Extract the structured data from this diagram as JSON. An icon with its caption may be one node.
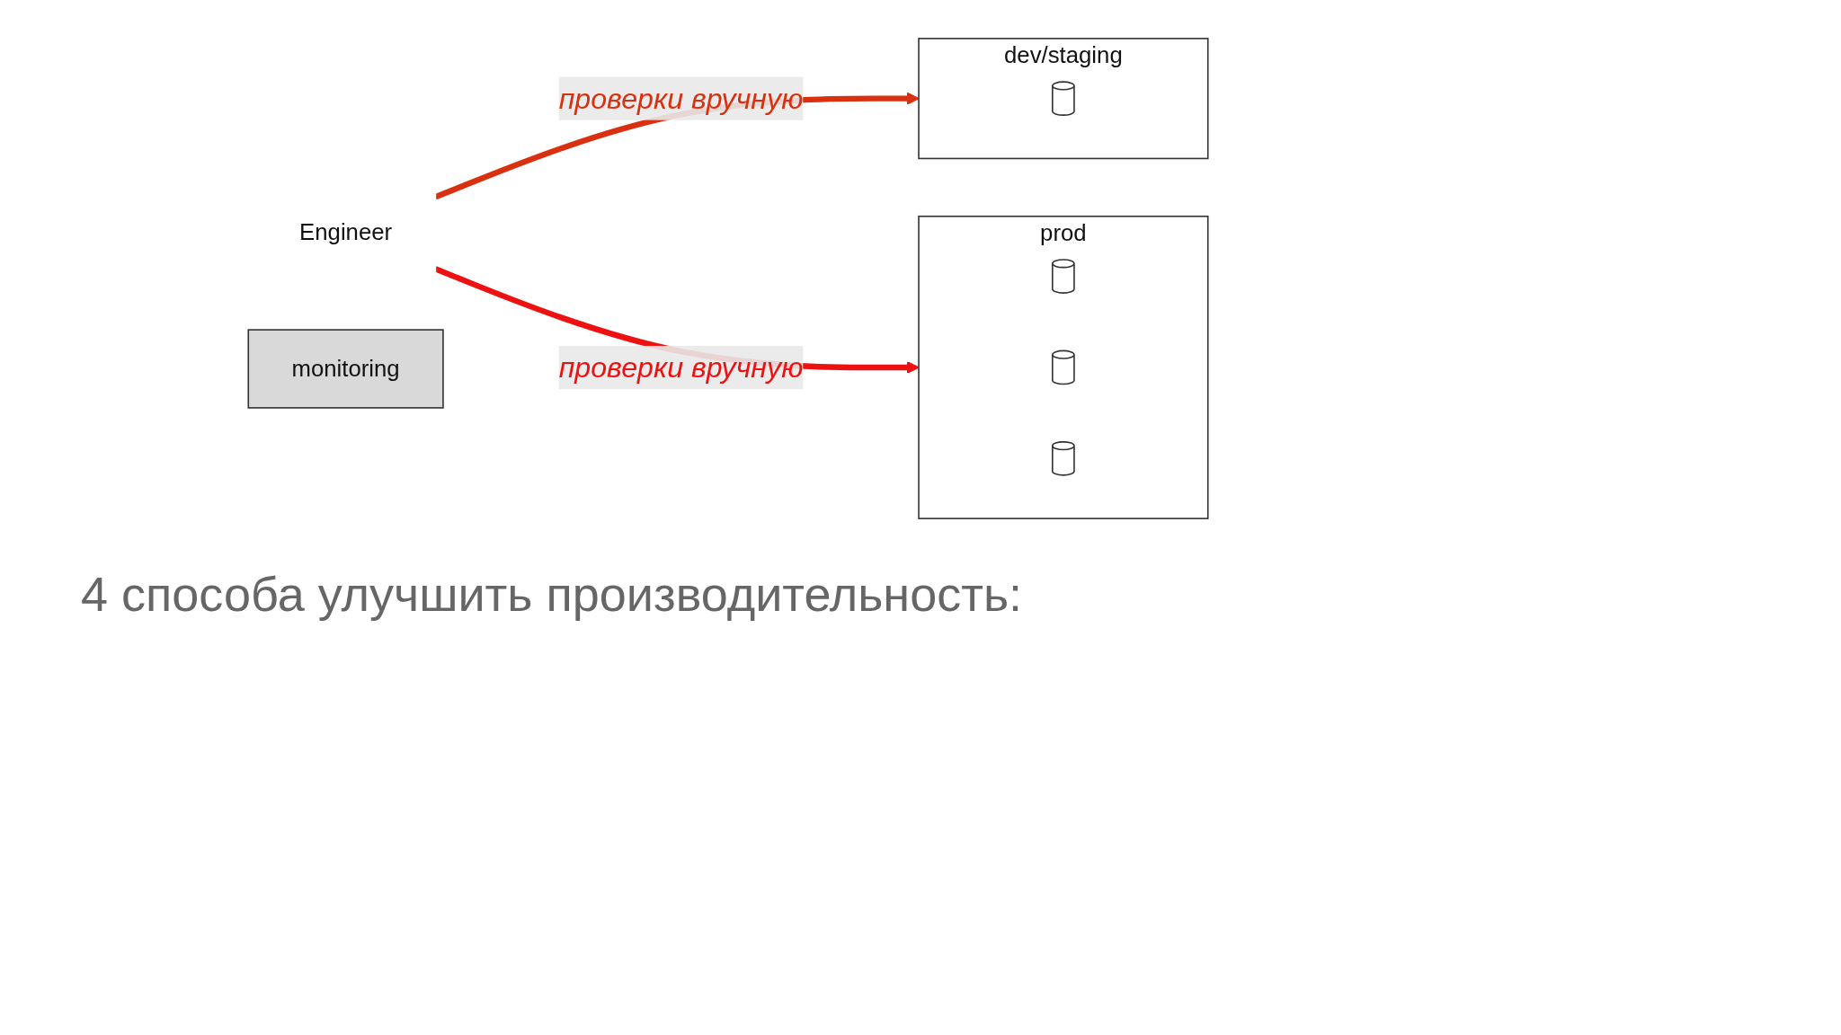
{
  "diagram": {
    "nodes": [
      {
        "text": [
          "Engineer"
        ]
      },
      {
        "text": [
          "dev/staging"
        ]
      },
      {
        "text": [],
        "shape": "cylinder",
        "in": 1
      },
      {
        "text": [
          "monitoring"
        ]
      },
      {
        "text": [
          "prod"
        ]
      },
      {
        "text": [],
        "shape": "cylinder",
        "in": 4
      },
      {
        "text": [],
        "shape": "cylinder",
        "in": 4
      },
      {
        "text": [],
        "shape": "cylinder",
        "in": 4
      }
    ],
    "edges": [
      {
        "from": 0,
        "to": 1,
        "arrow": "to",
        "label": "проверки вручную",
        "color": "#d9300f"
      },
      {
        "from": 0,
        "to": 4,
        "arrow": "to",
        "label": "проверки вручную",
        "color": "#ee1111"
      }
    ],
    "labels": [
      "4 способа улучшить производительность:"
    ]
  }
}
